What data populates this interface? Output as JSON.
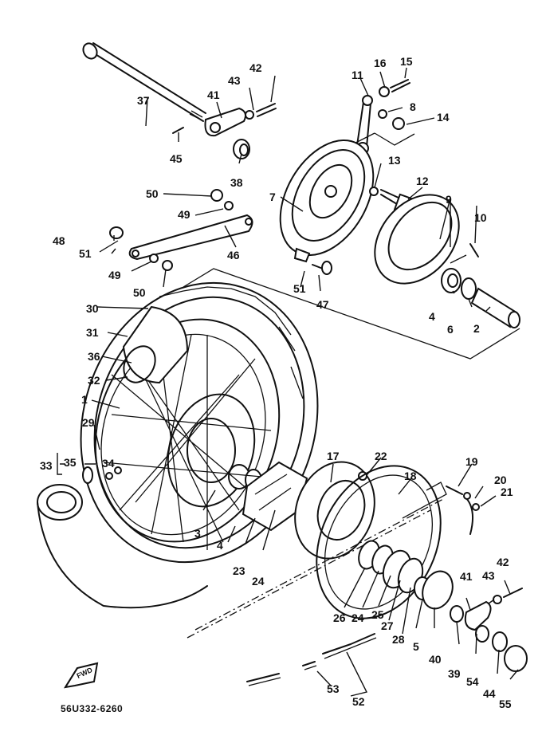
{
  "diagram": {
    "title": "Rear wheel exploded parts diagram",
    "part_code": "56U332-6260",
    "direction_arrow": "FWD",
    "callouts": [
      {
        "id": "c37",
        "text": "37"
      },
      {
        "id": "c41a",
        "text": "41"
      },
      {
        "id": "c43a",
        "text": "43"
      },
      {
        "id": "c42a",
        "text": "42"
      },
      {
        "id": "c45",
        "text": "45"
      },
      {
        "id": "c38",
        "text": "38"
      },
      {
        "id": "c11",
        "text": "11"
      },
      {
        "id": "c16",
        "text": "16"
      },
      {
        "id": "c15",
        "text": "15"
      },
      {
        "id": "c8",
        "text": "8"
      },
      {
        "id": "c14",
        "text": "14"
      },
      {
        "id": "c13",
        "text": "13"
      },
      {
        "id": "c12",
        "text": "12"
      },
      {
        "id": "c7",
        "text": "7"
      },
      {
        "id": "c9",
        "text": "9"
      },
      {
        "id": "c10",
        "text": "10"
      },
      {
        "id": "c50a",
        "text": "50"
      },
      {
        "id": "c49a",
        "text": "49"
      },
      {
        "id": "c48",
        "text": "48"
      },
      {
        "id": "c51a",
        "text": "51"
      },
      {
        "id": "c46",
        "text": "46"
      },
      {
        "id": "c49b",
        "text": "49"
      },
      {
        "id": "c50b",
        "text": "50"
      },
      {
        "id": "c51b",
        "text": "51"
      },
      {
        "id": "c47",
        "text": "47"
      },
      {
        "id": "c4a",
        "text": "4"
      },
      {
        "id": "c6",
        "text": "6"
      },
      {
        "id": "c2",
        "text": "2"
      },
      {
        "id": "c30",
        "text": "30"
      },
      {
        "id": "c31",
        "text": "31"
      },
      {
        "id": "c36",
        "text": "36"
      },
      {
        "id": "c32",
        "text": "32"
      },
      {
        "id": "c1",
        "text": "1"
      },
      {
        "id": "c29",
        "text": "29"
      },
      {
        "id": "c33",
        "text": "33"
      },
      {
        "id": "c35",
        "text": "35"
      },
      {
        "id": "c34",
        "text": "34"
      },
      {
        "id": "c3",
        "text": "3"
      },
      {
        "id": "c4b",
        "text": "4"
      },
      {
        "id": "c23",
        "text": "23"
      },
      {
        "id": "c24a",
        "text": "24"
      },
      {
        "id": "c17",
        "text": "17"
      },
      {
        "id": "c22",
        "text": "22"
      },
      {
        "id": "c18",
        "text": "18"
      },
      {
        "id": "c19",
        "text": "19"
      },
      {
        "id": "c20",
        "text": "20"
      },
      {
        "id": "c21",
        "text": "21"
      },
      {
        "id": "c26",
        "text": "26"
      },
      {
        "id": "c24b",
        "text": "24"
      },
      {
        "id": "c25",
        "text": "25"
      },
      {
        "id": "c27",
        "text": "27"
      },
      {
        "id": "c28",
        "text": "28"
      },
      {
        "id": "c5",
        "text": "5"
      },
      {
        "id": "c40",
        "text": "40"
      },
      {
        "id": "c39",
        "text": "39"
      },
      {
        "id": "c41b",
        "text": "41"
      },
      {
        "id": "c43b",
        "text": "43"
      },
      {
        "id": "c42b",
        "text": "42"
      },
      {
        "id": "c54",
        "text": "54"
      },
      {
        "id": "c44",
        "text": "44"
      },
      {
        "id": "c55",
        "text": "55"
      },
      {
        "id": "c53",
        "text": "53"
      },
      {
        "id": "c52",
        "text": "52"
      }
    ]
  }
}
